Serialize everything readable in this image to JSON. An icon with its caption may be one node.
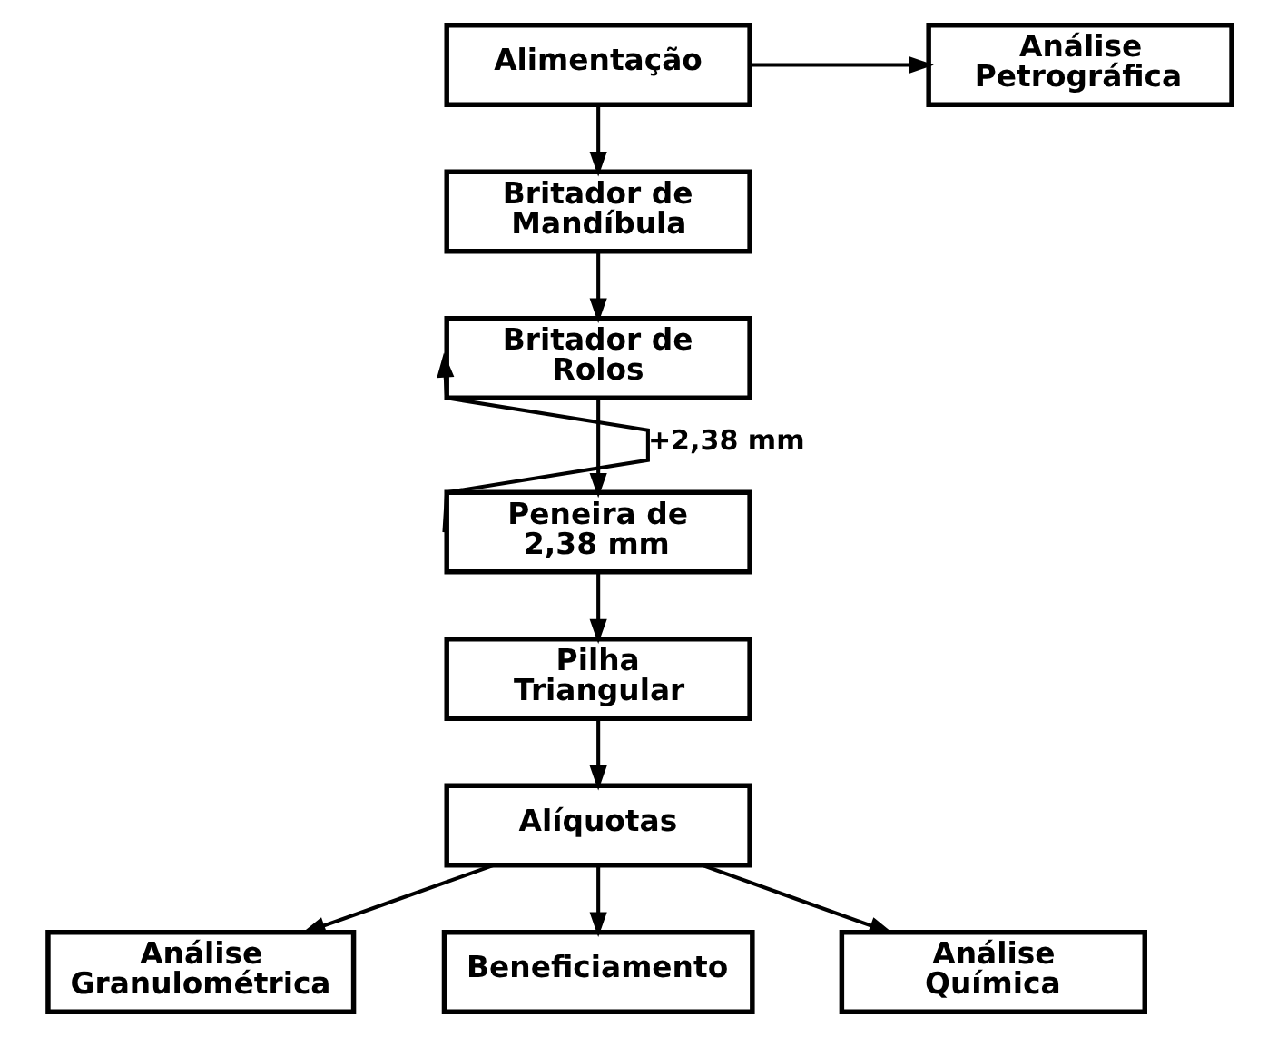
{
  "diagram": {
    "nodes": [
      {
        "text": [
          "Alimentação"
        ]
      },
      {
        "text": [
          "Análise Petrográfica"
        ]
      },
      {
        "text": [
          "Britador de Mandíbula"
        ]
      },
      {
        "text": [
          "Britador de Rolos"
        ]
      },
      {
        "text": [
          "Peneira de 2,38 mm"
        ]
      },
      {
        "text": [
          "Pilha Triangular"
        ]
      },
      {
        "text": [
          "Alíquotas"
        ]
      },
      {
        "text": [
          "Análise Granulométrica"
        ]
      },
      {
        "text": [
          "Beneficiamento"
        ]
      },
      {
        "text": [
          "Análise Química"
        ]
      }
    ],
    "edges": [
      {
        "from": 0,
        "to": 1,
        "arrow": "to"
      },
      {
        "from": 0,
        "to": 2,
        "arrow": "to"
      },
      {
        "from": 2,
        "to": 3,
        "arrow": "to"
      },
      {
        "from": 3,
        "to": 4,
        "arrow": "to"
      },
      {
        "from": 4,
        "to": 3,
        "arrow": "to",
        "label": "+2,38 mm"
      },
      {
        "from": 4,
        "to": 5,
        "arrow": "to"
      },
      {
        "from": 5,
        "to": 6,
        "arrow": "to"
      },
      {
        "from": 6,
        "to": 7,
        "arrow": "to"
      },
      {
        "from": 6,
        "to": 8,
        "arrow": "to"
      },
      {
        "from": 6,
        "to": 9,
        "arrow": "to"
      }
    ]
  }
}
